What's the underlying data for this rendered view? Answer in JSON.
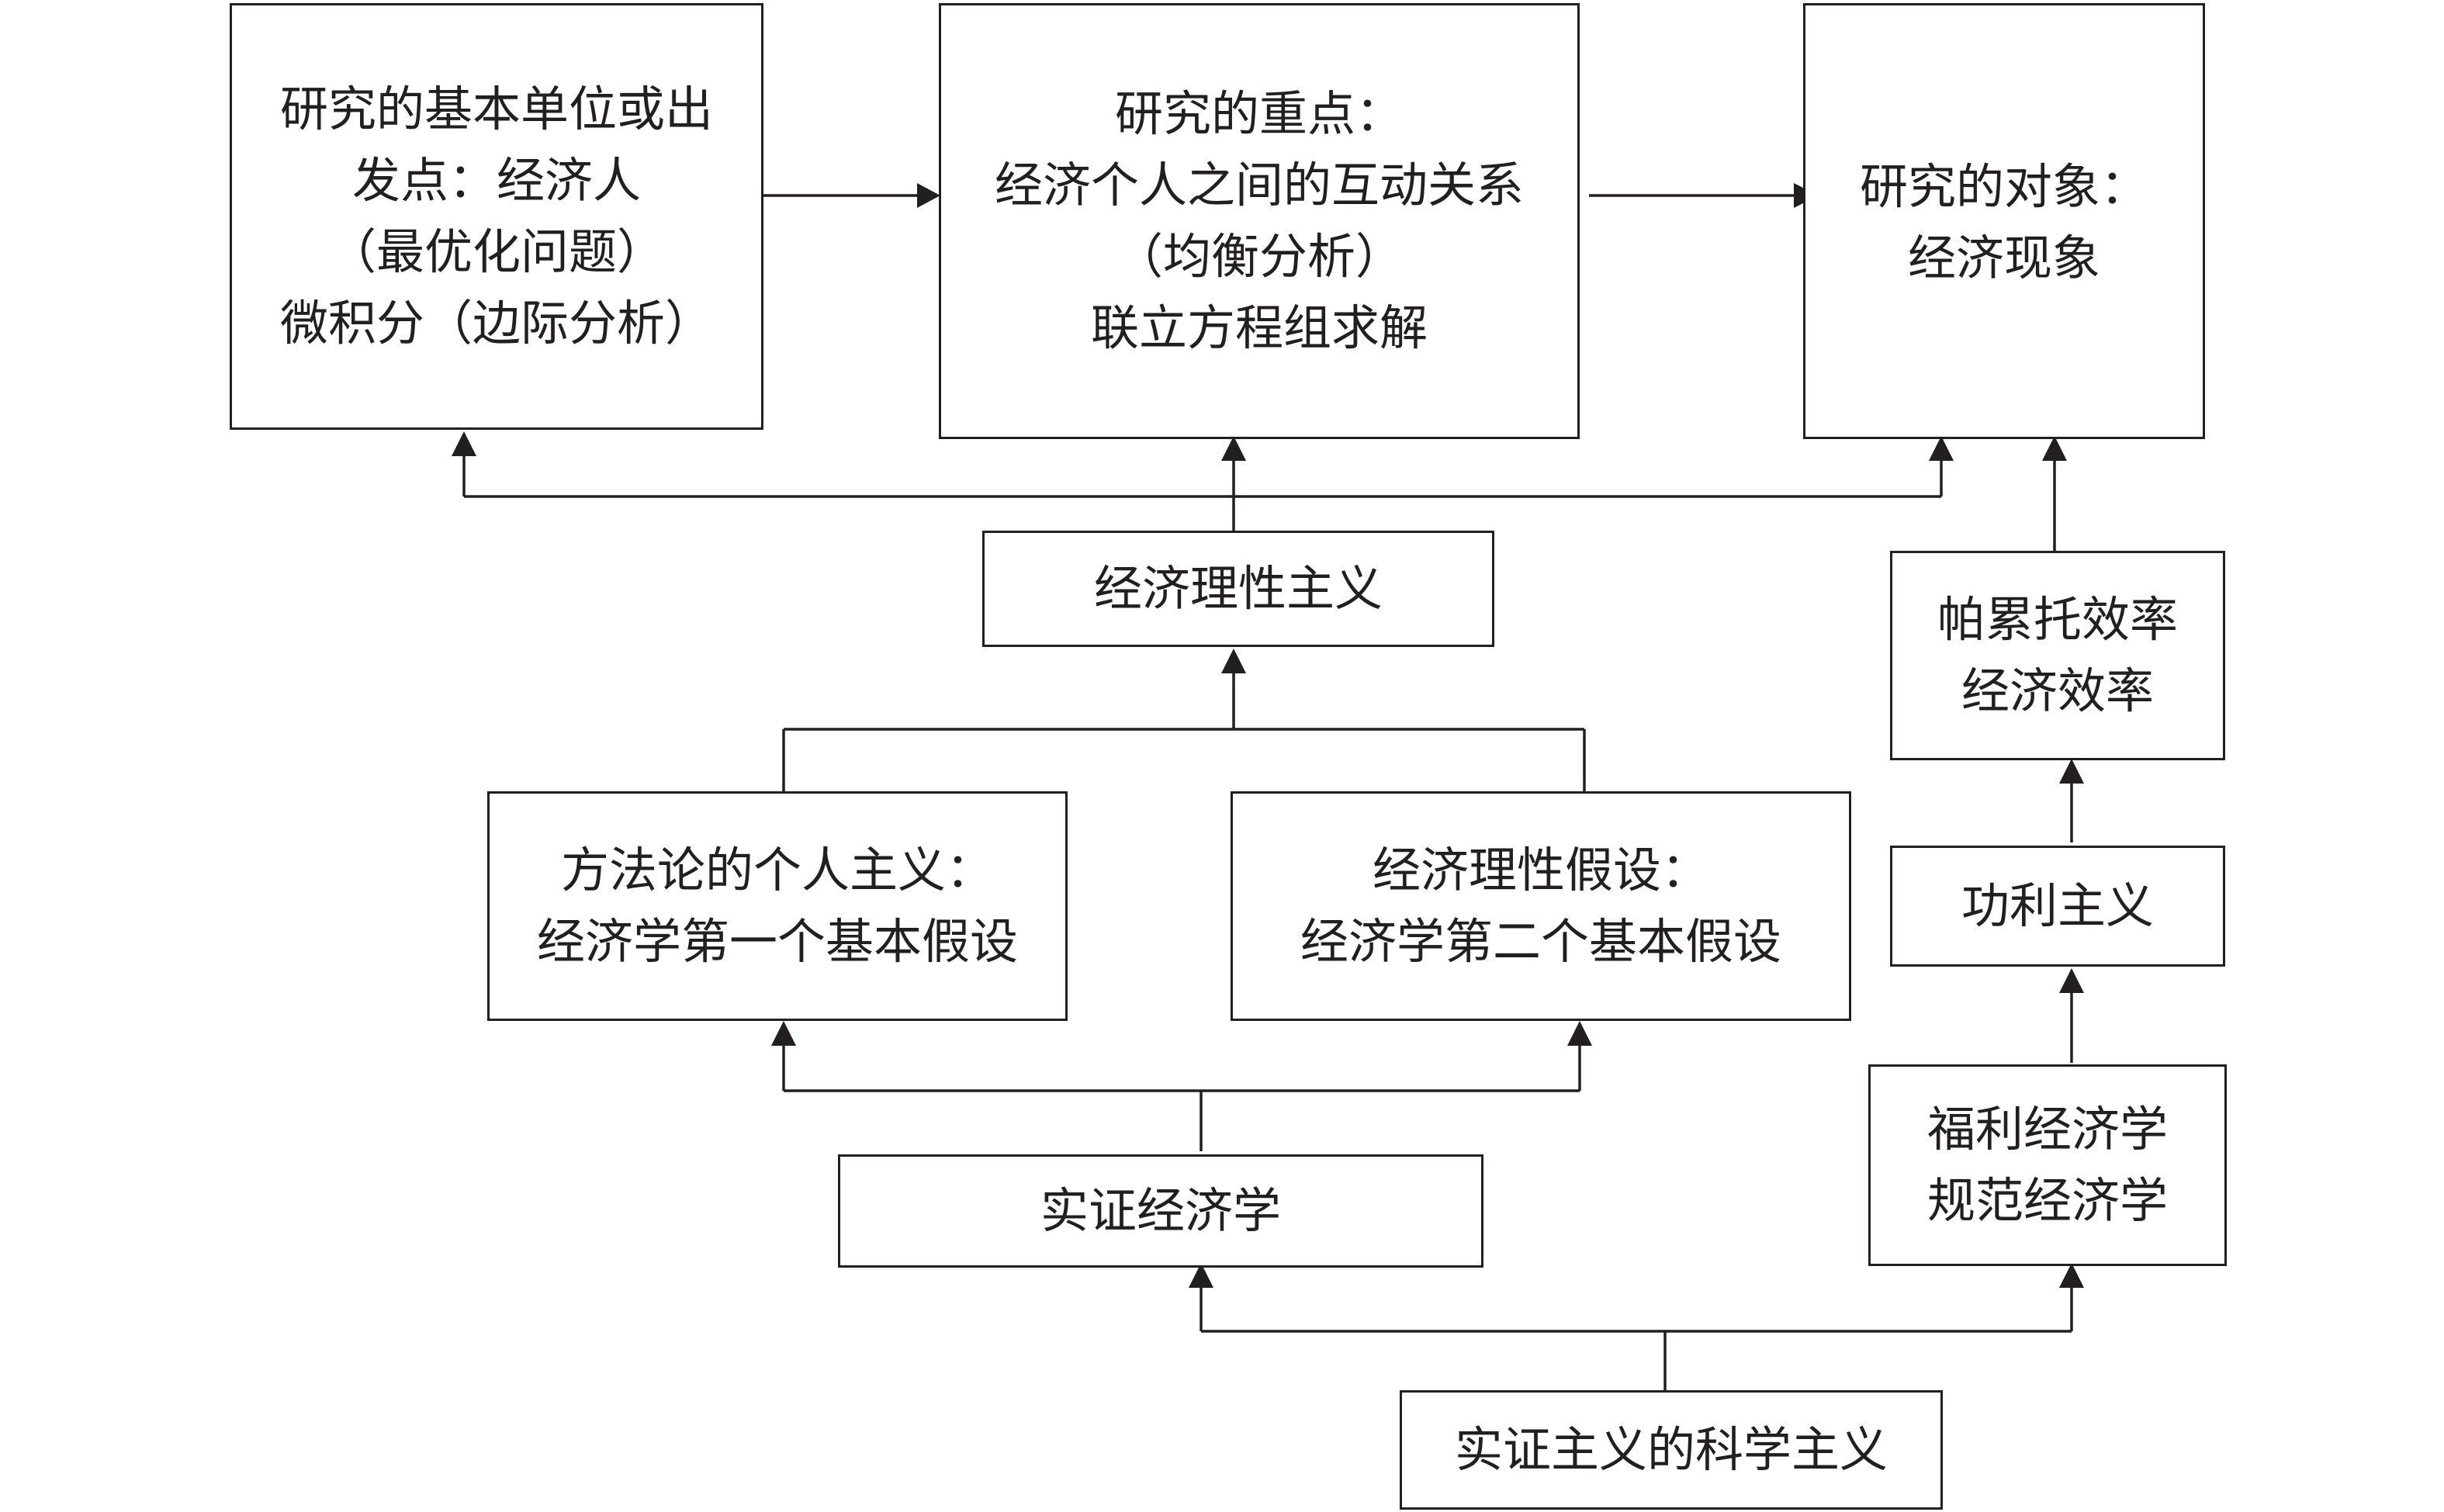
{
  "boxes": {
    "unit": {
      "lines": [
        "研究的基本单位或出",
        "发点：经济人",
        "（最优化问题）",
        "微积分（边际分析）"
      ]
    },
    "focus": {
      "lines": [
        "研究的重点：",
        "经济个人之间的互动关系",
        "（均衡分析）",
        "联立方程组求解"
      ]
    },
    "object": {
      "lines": [
        "研究的对象：",
        "经济现象"
      ]
    },
    "rationalism": {
      "lines": [
        "经济理性主义"
      ]
    },
    "pareto": {
      "lines": [
        "帕累托效率",
        "经济效率"
      ]
    },
    "individualism": {
      "lines": [
        "方法论的个人主义：",
        "经济学第一个基本假设"
      ]
    },
    "rationality": {
      "lines": [
        "经济理性假设：",
        "经济学第二个基本假设"
      ]
    },
    "utilitarianism": {
      "lines": [
        "功利主义"
      ]
    },
    "positive": {
      "lines": [
        "实证经济学"
      ]
    },
    "welfare": {
      "lines": [
        "福利经济学",
        "规范经济学"
      ]
    },
    "scientism": {
      "lines": [
        "实证主义的科学主义"
      ]
    }
  }
}
